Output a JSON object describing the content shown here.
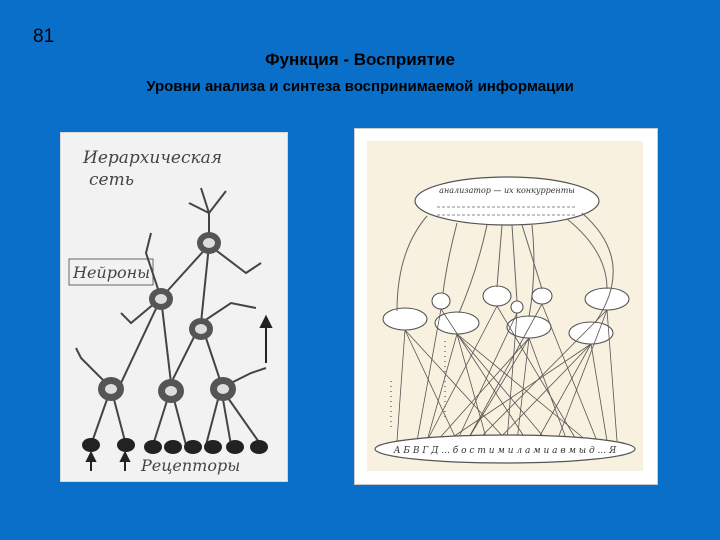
{
  "slide": {
    "number": "81",
    "title": "Функция  - Восприятие",
    "subtitle": "Уровни анализа и синтеза воспринимаемой информации"
  },
  "left_figure": {
    "label_network": "Иерархическая сеть",
    "label_neurons": "Нейроны",
    "label_receptors": "Рецепторы"
  },
  "right_figure": {
    "top_node_text": "анализатор — их конкурренты",
    "bottom_bar_text": "А Б В Г Д  ...  б о с т и м и л а м и а в м ы д  ...  Я"
  },
  "colors": {
    "background": "#0a6fc9",
    "text": "#000000",
    "right_panel_tint": "#f9f1df"
  }
}
